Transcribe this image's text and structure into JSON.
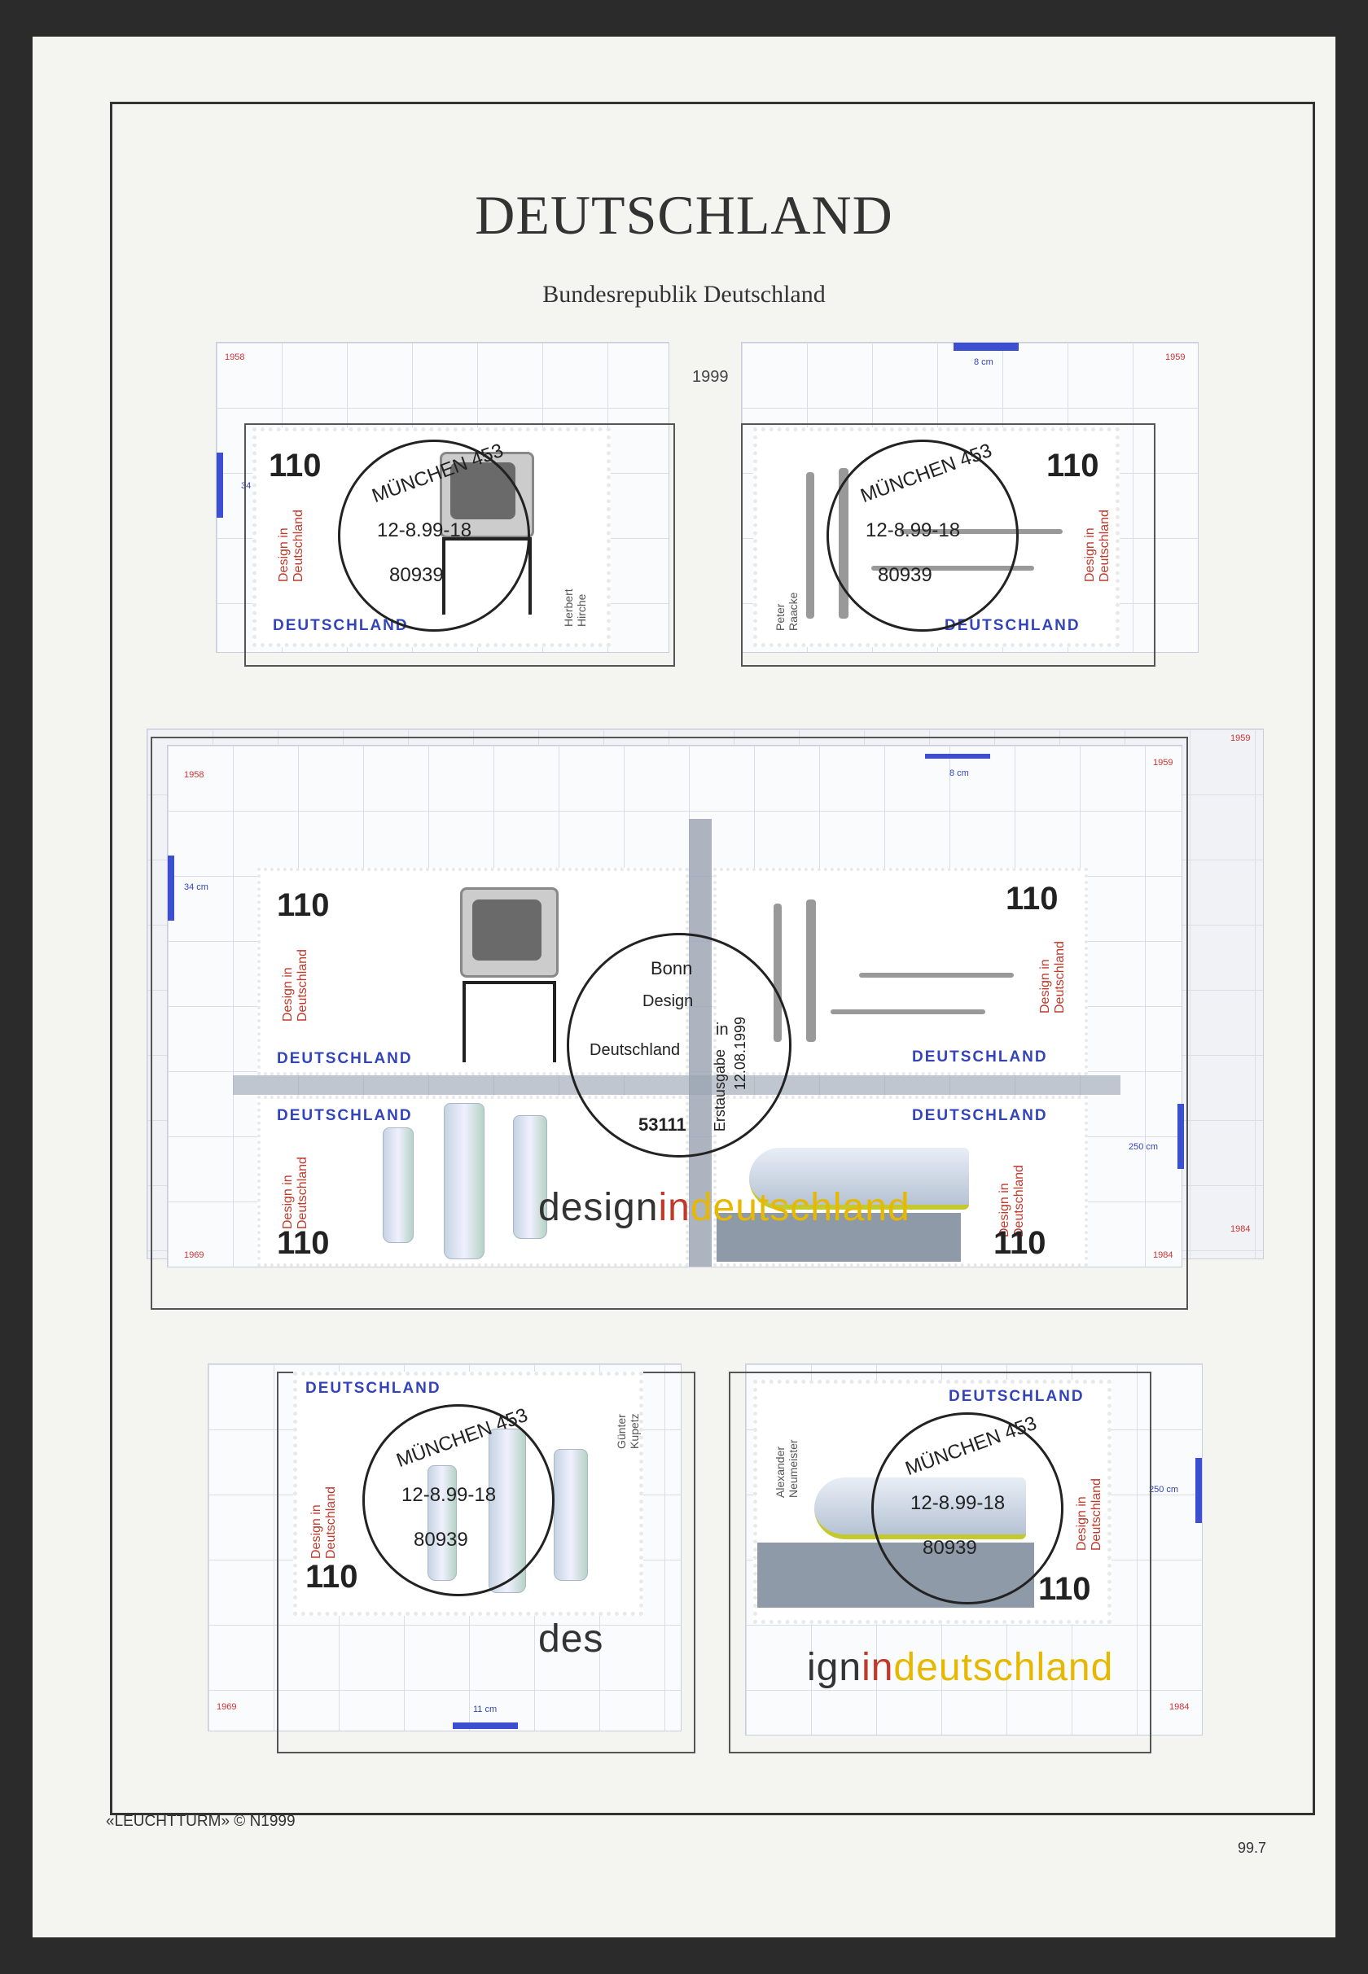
{
  "album": {
    "title": "DEUTSCHLAND",
    "subtitle": "Bundesrepublik Deutschland",
    "year": "1999",
    "publisher": "«LEUCHTTURM» © N1999",
    "page_number": "99.7"
  },
  "stamps": {
    "value": "110",
    "label": "Design in Deutschland",
    "country": "DEUTSCHLAND",
    "designer_1": "Herbert Hirche",
    "designer_2": "Peter Raacke",
    "designer_3": "Günter Kupetz",
    "designer_4": "Alexander Neumeister"
  },
  "cancel": {
    "city": "MÜNCHEN 453",
    "date": "12-8.99-18",
    "zip": "80939"
  },
  "fdc_cancel": {
    "city": "Bonn",
    "line1": "Design",
    "line2": "in",
    "line3": "Deutschland",
    "label": "Erstausgabe",
    "date": "12.08.1999",
    "zip": "53111"
  },
  "sheet": {
    "slogan_1": "design",
    "slogan_2": "in",
    "slogan_3": "deutschland",
    "year_marks": [
      "1958",
      "1959",
      "1969",
      "1984"
    ],
    "size_marks": [
      "34 cm",
      "8 cm",
      "250 cm",
      "11 cm"
    ],
    "slogan_partial": "des"
  }
}
